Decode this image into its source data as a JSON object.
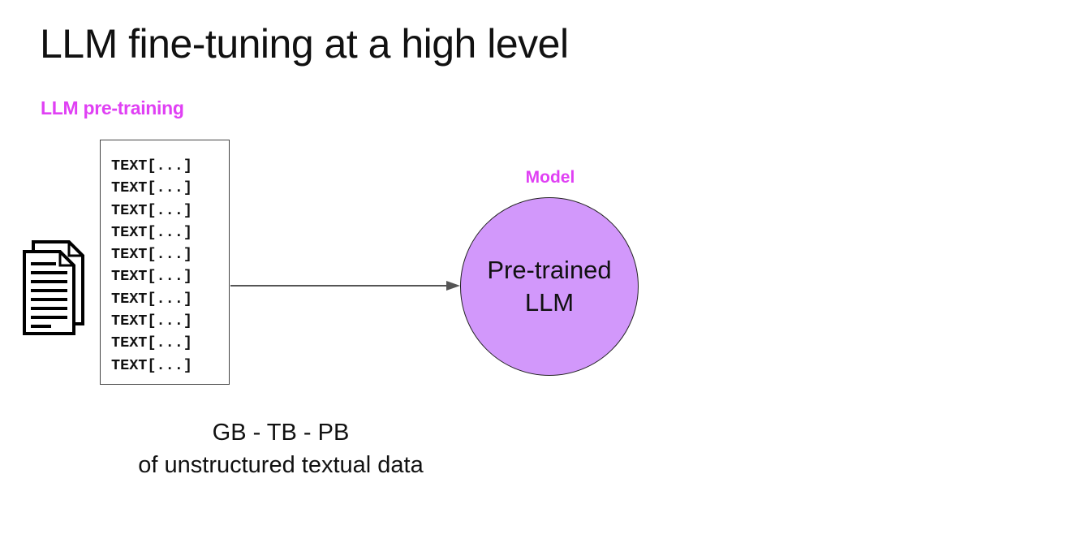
{
  "title": "LLM fine-tuning at a high level",
  "section_label": "LLM pre-training",
  "dataset": {
    "lines": [
      "TEXT[...]",
      "TEXT[...]",
      "TEXT[...]",
      "TEXT[...]",
      "TEXT[...]",
      "TEXT[...]",
      "TEXT[...]",
      "TEXT[...]",
      "TEXT[...]",
      "TEXT[...]"
    ],
    "size_label": "GB - TB - PB",
    "description": "of unstructured textual data",
    "icon": "documents-icon"
  },
  "model": {
    "label": "Model",
    "name_line1": "Pre-trained",
    "name_line2": "LLM",
    "fill_color": "#d298fb"
  },
  "colors": {
    "accent": "#e040f4",
    "arrow": "#555555"
  }
}
